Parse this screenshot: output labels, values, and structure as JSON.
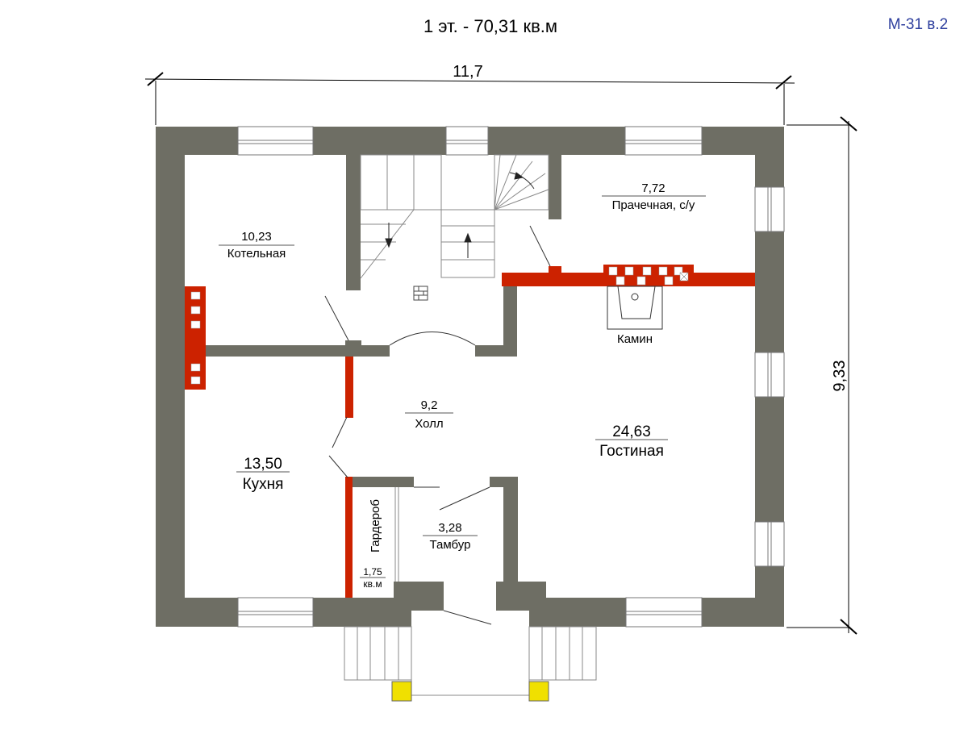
{
  "header": {
    "title": "1 эт. - 70,31 кв.м",
    "code": "М-31 в.2"
  },
  "dimensions": {
    "width": "11,7",
    "depth": "9,33"
  },
  "rooms": {
    "boiler": {
      "area": "10,23",
      "name": "Котельная"
    },
    "laundry": {
      "area": "7,72",
      "name": "Прачечная, с/у"
    },
    "hall": {
      "area": "9,2",
      "name": "Холл"
    },
    "kitchen": {
      "area": "13,50",
      "name": "Кухня"
    },
    "living": {
      "area": "24,63",
      "name": "Гостиная"
    },
    "vestibule": {
      "area": "3,28",
      "name": "Тамбур"
    },
    "wardrobe": {
      "name": "Гардероб",
      "area": "1,75",
      "unit": "кв.м"
    }
  },
  "labels": {
    "fireplace": "Камин"
  },
  "colors": {
    "wall": "#6e6e64",
    "brick": "#cc2200",
    "accent": "#2e3f9e",
    "post": "#f0e000"
  }
}
